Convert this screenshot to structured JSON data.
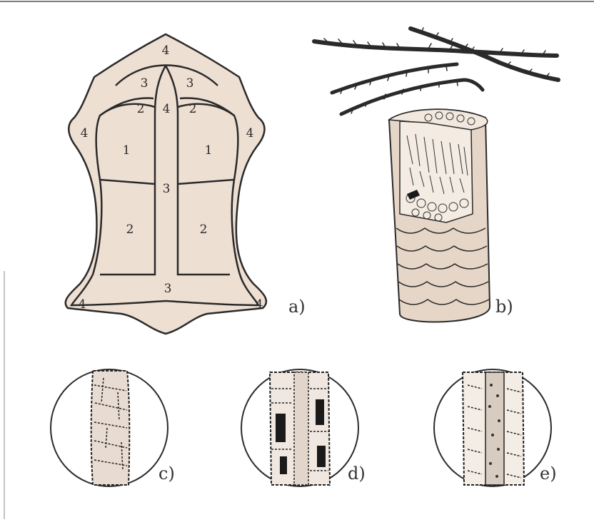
{
  "figure": {
    "panel_labels": {
      "a": "a)",
      "b": "b)",
      "c": "c)",
      "d": "d)",
      "e": "e)"
    },
    "hide_regions": {
      "top_label": "4",
      "left_upper_corner": "4",
      "right_upper_corner": "4",
      "left_lower_corner": "4",
      "right_lower_corner": "4",
      "spine_top": "4",
      "shoulder_left": "3",
      "shoulder_right": "3",
      "neck_left": "2",
      "neck_right": "2",
      "butt_left": "1",
      "butt_right": "1",
      "spine_mid": "3",
      "belly_left": "2",
      "belly_right": "2",
      "belly_bottom": "3"
    }
  },
  "colors": {
    "hide_fill": "#eedfd3",
    "ink": "#2a2a2a",
    "hair_fill": "#e6d6c8",
    "background": "#ffffff"
  }
}
